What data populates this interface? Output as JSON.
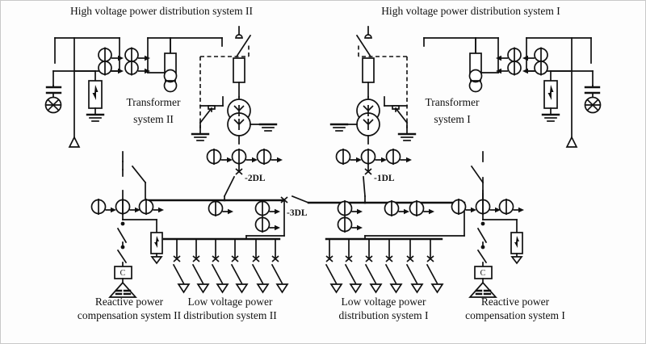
{
  "diagram": {
    "title": "Power distribution system single-line diagram",
    "type": "electrical-single-line",
    "colors": {
      "line": "#111111",
      "background": "#fdfdfd",
      "border": "#c9c9c9"
    }
  },
  "labels": {
    "hv_system_2": "High voltage power distribution system II",
    "hv_system_1": "High voltage power distribution system I",
    "transformer_2_line1": "Transformer",
    "transformer_2_line2": "system II",
    "transformer_1_line1": "Transformer",
    "transformer_1_line2": "system I",
    "lv_system_2_line1": "Low voltage power",
    "lv_system_2_line2": "distribution system II",
    "lv_system_1_line1": "Low voltage power",
    "lv_system_1_line2": "distribution system I",
    "rpc_2_line1": "Reactive power",
    "rpc_2_line2": "compensation system II",
    "rpc_1_line1": "Reactive power",
    "rpc_1_line2": "compensation system I"
  },
  "devices": {
    "breaker_2dl": "-2DL",
    "breaker_1dl": "-1DL",
    "bus_tie_3dl": "-3DL",
    "reactor_mark": "C"
  },
  "components": {
    "hv_bus_count": 2,
    "transformer_count": 2,
    "lv_feeder_count_per_side": 6,
    "ct_symbol": "current-transformer",
    "vt_symbol": "voltage-transformer",
    "arrester_symbol": "surge-arrester",
    "fuse_symbol": "fuse",
    "capacitor_bank_symbol": "capacitor-bank",
    "earth_symbol": "earth-ground"
  }
}
